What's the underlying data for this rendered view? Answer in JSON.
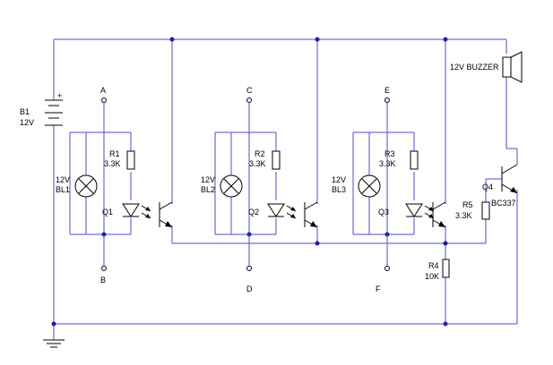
{
  "battery": {
    "name": "B1",
    "voltage": "12V",
    "plus": "+"
  },
  "buzzer": {
    "label": "12V BUZZER"
  },
  "stages": [
    {
      "top_node": "A",
      "bottom_node": "B",
      "resistor_name": "R1",
      "resistor_value": "3.3K",
      "lamp_voltage": "12V",
      "lamp_name": "BL1",
      "opto_name": "Q1"
    },
    {
      "top_node": "C",
      "bottom_node": "D",
      "resistor_name": "R2",
      "resistor_value": "3.3K",
      "lamp_voltage": "12V",
      "lamp_name": "BL2",
      "opto_name": "Q2"
    },
    {
      "top_node": "E",
      "bottom_node": "F",
      "resistor_name": "R3",
      "resistor_value": "3.3K",
      "lamp_voltage": "12V",
      "lamp_name": "BL3",
      "opto_name": "Q3"
    }
  ],
  "r4": {
    "name": "R4",
    "value": "10K"
  },
  "r5": {
    "name": "R5",
    "value": "3.3K"
  },
  "q4": {
    "name": "Q4",
    "part": "BC337"
  }
}
